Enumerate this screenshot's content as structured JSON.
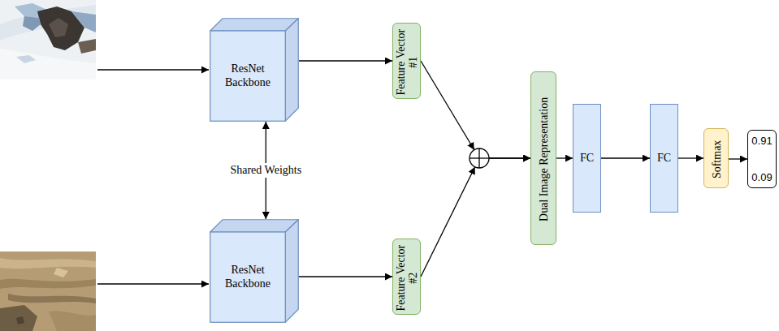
{
  "diagram": {
    "nodes": [
      {
        "text": [
          "ResNet Backbone"
        ]
      },
      {
        "text": [
          "ResNet Backbone"
        ]
      },
      {
        "text": [
          "Feature Vector #1"
        ]
      },
      {
        "text": [
          "Feature Vector #2"
        ]
      },
      {
        "text": [
          "Dual Image Representation"
        ]
      },
      {
        "text": [
          "FC"
        ]
      },
      {
        "text": [
          "FC"
        ]
      },
      {
        "text": [
          "Softmax"
        ]
      },
      {
        "text": [
          "0.91",
          "0.09"
        ]
      }
    ],
    "edges": [
      {
        "from": 0,
        "to": 1,
        "arrow": "both",
        "label": "Shared Weights"
      },
      {
        "from": 0,
        "to": 2,
        "arrow": "to"
      },
      {
        "from": 1,
        "to": 3,
        "arrow": "to"
      },
      {
        "from": 2,
        "to": 4,
        "arrow": "to"
      },
      {
        "from": 3,
        "to": 4,
        "arrow": "to"
      },
      {
        "from": 4,
        "to": 5,
        "arrow": "to"
      },
      {
        "from": 5,
        "to": 6,
        "arrow": "to"
      },
      {
        "from": 6,
        "to": 7,
        "arrow": "to"
      },
      {
        "from": 7,
        "to": 8,
        "arrow": "to"
      }
    ]
  }
}
